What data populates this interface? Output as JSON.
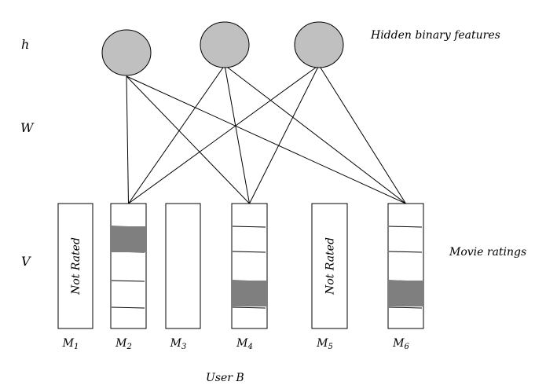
{
  "row_labels": {
    "h": "h",
    "W": "W",
    "V": "V"
  },
  "captions": {
    "hidden": "Hidden binary features",
    "ratings": "Movie ratings",
    "user": "User B"
  },
  "hidden_units": [
    {
      "id": "h1"
    },
    {
      "id": "h2"
    },
    {
      "id": "h3"
    }
  ],
  "movies": [
    {
      "id": "M1",
      "letter": "M",
      "sub": "1",
      "status": "Not Rated",
      "filled_level": null
    },
    {
      "id": "M2",
      "letter": "M",
      "sub": "2",
      "status": "",
      "filled_level": 4
    },
    {
      "id": "M3",
      "letter": "M",
      "sub": "3",
      "status": "",
      "filled_level": null
    },
    {
      "id": "M4",
      "letter": "M",
      "sub": "4",
      "status": "",
      "filled_level": 2
    },
    {
      "id": "M5",
      "letter": "M",
      "sub": "5",
      "status": "Not Rated",
      "filled_level": null
    },
    {
      "id": "M6",
      "letter": "M",
      "sub": "6",
      "status": "",
      "filled_level": 2
    }
  ],
  "connections": [
    [
      "h1",
      "M2"
    ],
    [
      "h1",
      "M4"
    ],
    [
      "h1",
      "M6"
    ],
    [
      "h2",
      "M2"
    ],
    [
      "h2",
      "M4"
    ],
    [
      "h2",
      "M6"
    ],
    [
      "h3",
      "M2"
    ],
    [
      "h3",
      "M4"
    ],
    [
      "h3",
      "M6"
    ]
  ],
  "colors": {
    "unit_fill": "#c0c0c0",
    "rating_fill": "#7f7f7f",
    "stroke": "#000000"
  }
}
